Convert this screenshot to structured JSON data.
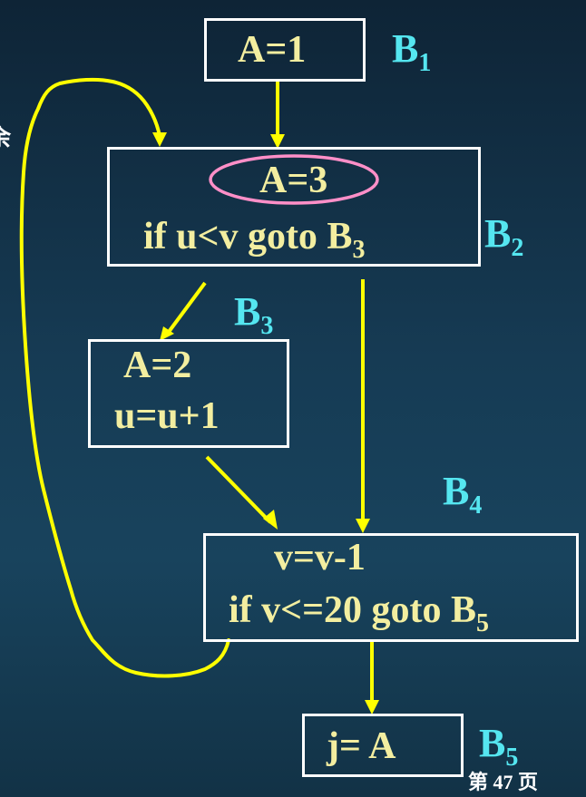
{
  "blocks": {
    "b1": {
      "label": "B",
      "sub": "1",
      "code_line1": "A=1"
    },
    "b2": {
      "label": "B",
      "sub": "2",
      "code_line1": "A=3",
      "code_line2_text": "if u<v goto  B",
      "code_line2_sub": "3"
    },
    "b3": {
      "label": "B",
      "sub": "3",
      "code_line1": "A=2",
      "code_line2": "u=u+1"
    },
    "b4": {
      "label": "B",
      "sub": "4",
      "code_line1": "v=v-1",
      "code_line2_text": "if v<=20 goto  B",
      "code_line2_sub": "5"
    },
    "b5": {
      "label": "B",
      "sub": "5",
      "code_line1": "j= A"
    }
  },
  "footer": {
    "prefix": "第",
    "page": "47",
    "suffix": "页"
  },
  "edge_glyph": "余",
  "colors": {
    "background": "#163b54",
    "box_border": "#ffffff",
    "code_text": "#f3eea0",
    "block_label": "#55e6f0",
    "arrow": "#ffff00",
    "highlight_ellipse": "#ff8fc8"
  }
}
